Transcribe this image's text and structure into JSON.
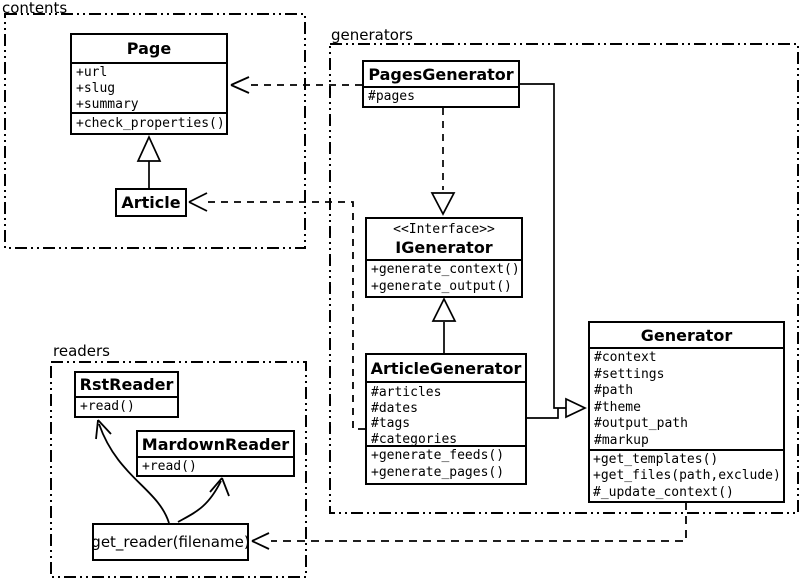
{
  "diagram_title": "UML class diagram",
  "colors": {
    "line": "#000000",
    "background": "#ffffff"
  },
  "packages": {
    "contents": {
      "label": "contents"
    },
    "generators": {
      "label": "generators"
    },
    "readers": {
      "label": "readers"
    }
  },
  "classes": {
    "page": {
      "name": "Page",
      "attributes": [
        "+url",
        "+slug",
        "+summary"
      ],
      "methods": [
        "+check_properties()"
      ]
    },
    "article": {
      "name": "Article"
    },
    "pages_generator": {
      "name": "PagesGenerator",
      "attributes": [
        "#pages"
      ]
    },
    "igenerator": {
      "stereotype": "<<Interface>>",
      "name": "IGenerator",
      "methods": [
        "+generate_context()",
        "+generate_output()"
      ]
    },
    "article_generator": {
      "name": "ArticleGenerator",
      "attributes": [
        "#articles",
        "#dates",
        "#tags",
        "#categories"
      ],
      "methods": [
        "+generate_feeds()",
        "+generate_pages()"
      ]
    },
    "generator": {
      "name": "Generator",
      "attributes": [
        "#context",
        "#settings",
        "#path",
        "#theme",
        "#output_path",
        "#markup"
      ],
      "methods": [
        "+get_templates()",
        "+get_files(path,exclude)",
        "#_update_context()"
      ]
    },
    "rst_reader": {
      "name": "RstReader",
      "methods": [
        "+read()"
      ]
    },
    "mardown_reader": {
      "name": "MardownReader",
      "methods": [
        "+read()"
      ]
    },
    "get_reader": {
      "label": "get_reader(filename)"
    }
  },
  "relationships": [
    {
      "from": "Article",
      "to": "Page",
      "type": "generalization"
    },
    {
      "from": "PagesGenerator",
      "to": "Page",
      "type": "dashed-dependency"
    },
    {
      "from": "ArticleGenerator",
      "to": "Article",
      "type": "dashed-dependency"
    },
    {
      "from": "PagesGenerator",
      "to": "IGenerator",
      "type": "dashed-realization"
    },
    {
      "from": "ArticleGenerator",
      "to": "IGenerator",
      "type": "generalization"
    },
    {
      "from": "PagesGenerator",
      "to": "Generator",
      "type": "generalization"
    },
    {
      "from": "ArticleGenerator",
      "to": "Generator",
      "type": "generalization"
    },
    {
      "from": "Generator",
      "to": "get_reader(filename)",
      "type": "dashed-dependency"
    },
    {
      "from": "get_reader(filename)",
      "to": "RstReader",
      "type": "curved-arrow"
    },
    {
      "from": "get_reader(filename)",
      "to": "MardownReader",
      "type": "curved-arrow"
    }
  ]
}
